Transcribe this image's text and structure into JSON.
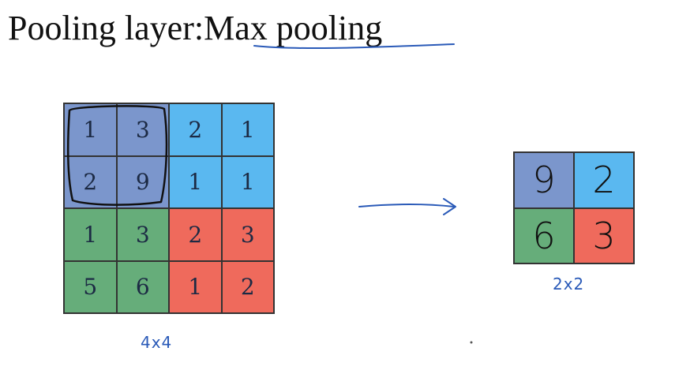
{
  "title": {
    "prefix": "Pooling layer: ",
    "emphasis": "Max pooling"
  },
  "input_matrix": {
    "label": "4x4",
    "rows": [
      [
        "1",
        "3",
        "2",
        "1"
      ],
      [
        "2",
        "9",
        "1",
        "1"
      ],
      [
        "1",
        "3",
        "2",
        "3"
      ],
      [
        "5",
        "6",
        "1",
        "2"
      ]
    ],
    "quadrant_colors": {
      "top_left": "#7b96cc",
      "top_right": "#5ab8f0",
      "bottom_left": "#66ad7a",
      "bottom_right": "#ef6a5c"
    }
  },
  "output_matrix": {
    "label": "2x2",
    "rows": [
      [
        "9",
        "2"
      ],
      [
        "6",
        "3"
      ]
    ]
  },
  "colors": {
    "annotation_ink": "#2a5ab8",
    "region_outline": "#111111"
  }
}
